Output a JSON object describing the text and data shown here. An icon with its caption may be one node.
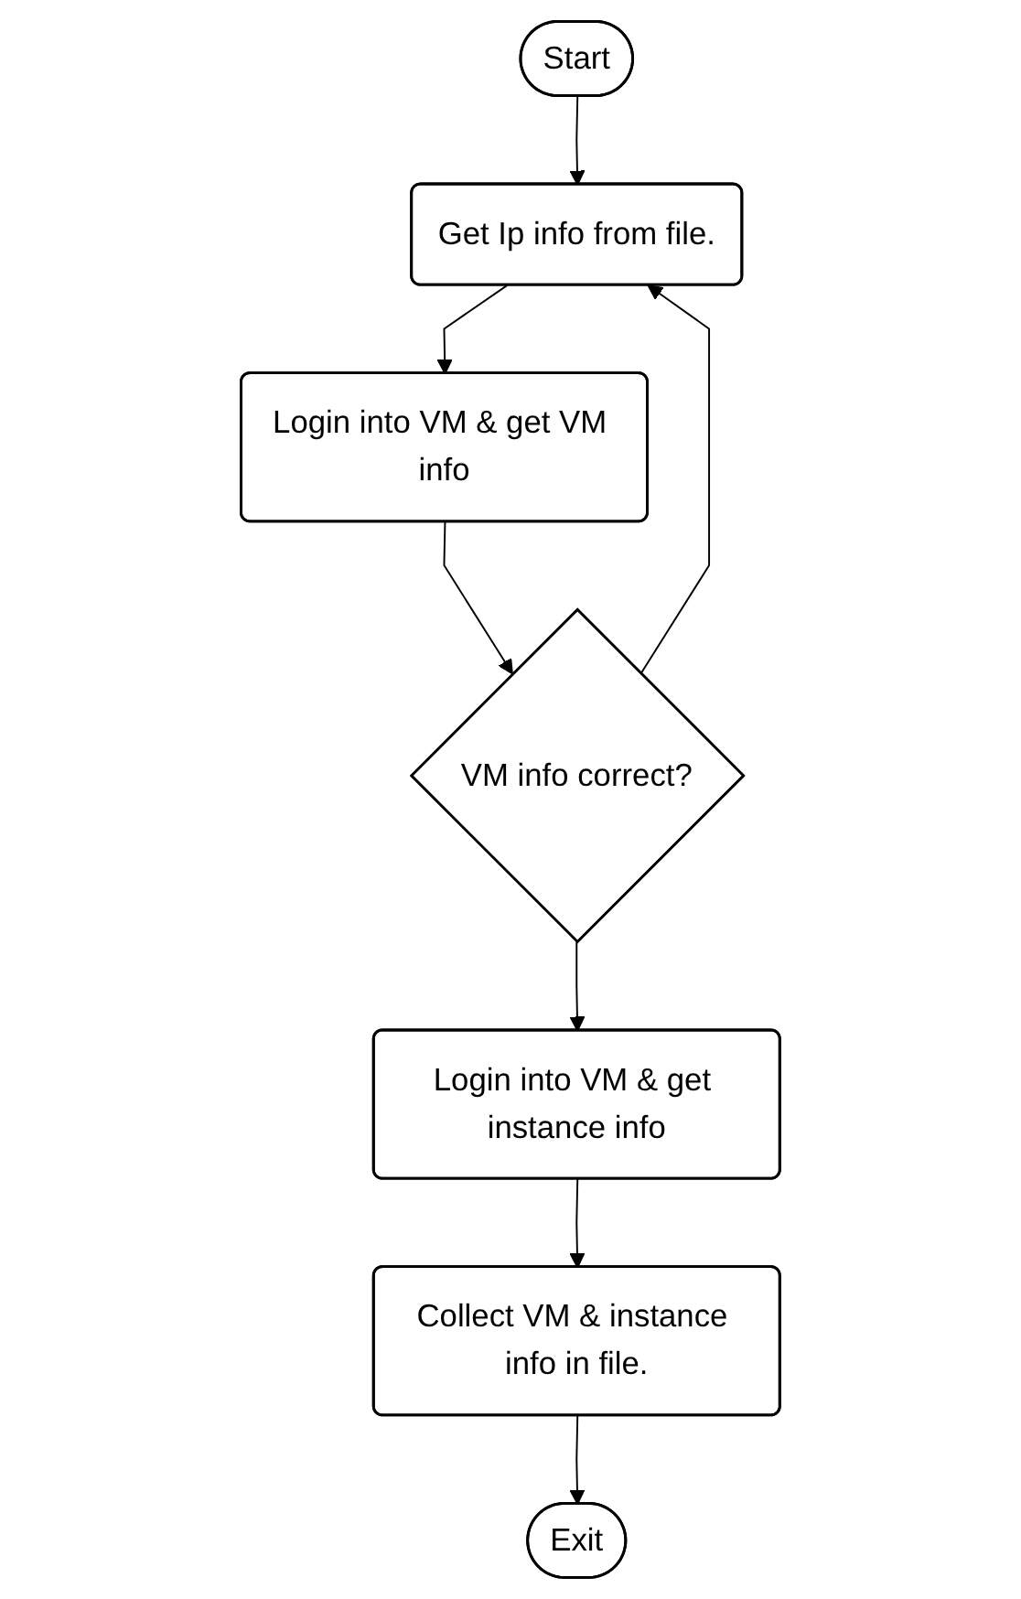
{
  "diagram": {
    "nodes": [
      {
        "text": [
          "Start"
        ]
      },
      {
        "text": [
          "Get Ip info from file."
        ]
      },
      {
        "text": [
          "Login into VM & get VM info"
        ]
      },
      {
        "text": [
          "VM info correct?"
        ]
      },
      {
        "text": [
          "Login into VM & get instance info"
        ]
      },
      {
        "text": [
          "Collect VM & instance info in file."
        ]
      },
      {
        "text": [
          "Exit"
        ]
      }
    ],
    "edges": [
      {
        "from": 0,
        "to": 1,
        "arrow": "to"
      },
      {
        "from": 1,
        "to": 2,
        "arrow": "to"
      },
      {
        "from": 2,
        "to": 3,
        "arrow": "to"
      },
      {
        "from": 3,
        "to": 1,
        "arrow": "to"
      },
      {
        "from": 3,
        "to": 4,
        "arrow": "to"
      },
      {
        "from": 4,
        "to": 5,
        "arrow": "to"
      },
      {
        "from": 5,
        "to": 6,
        "arrow": "to"
      }
    ]
  }
}
